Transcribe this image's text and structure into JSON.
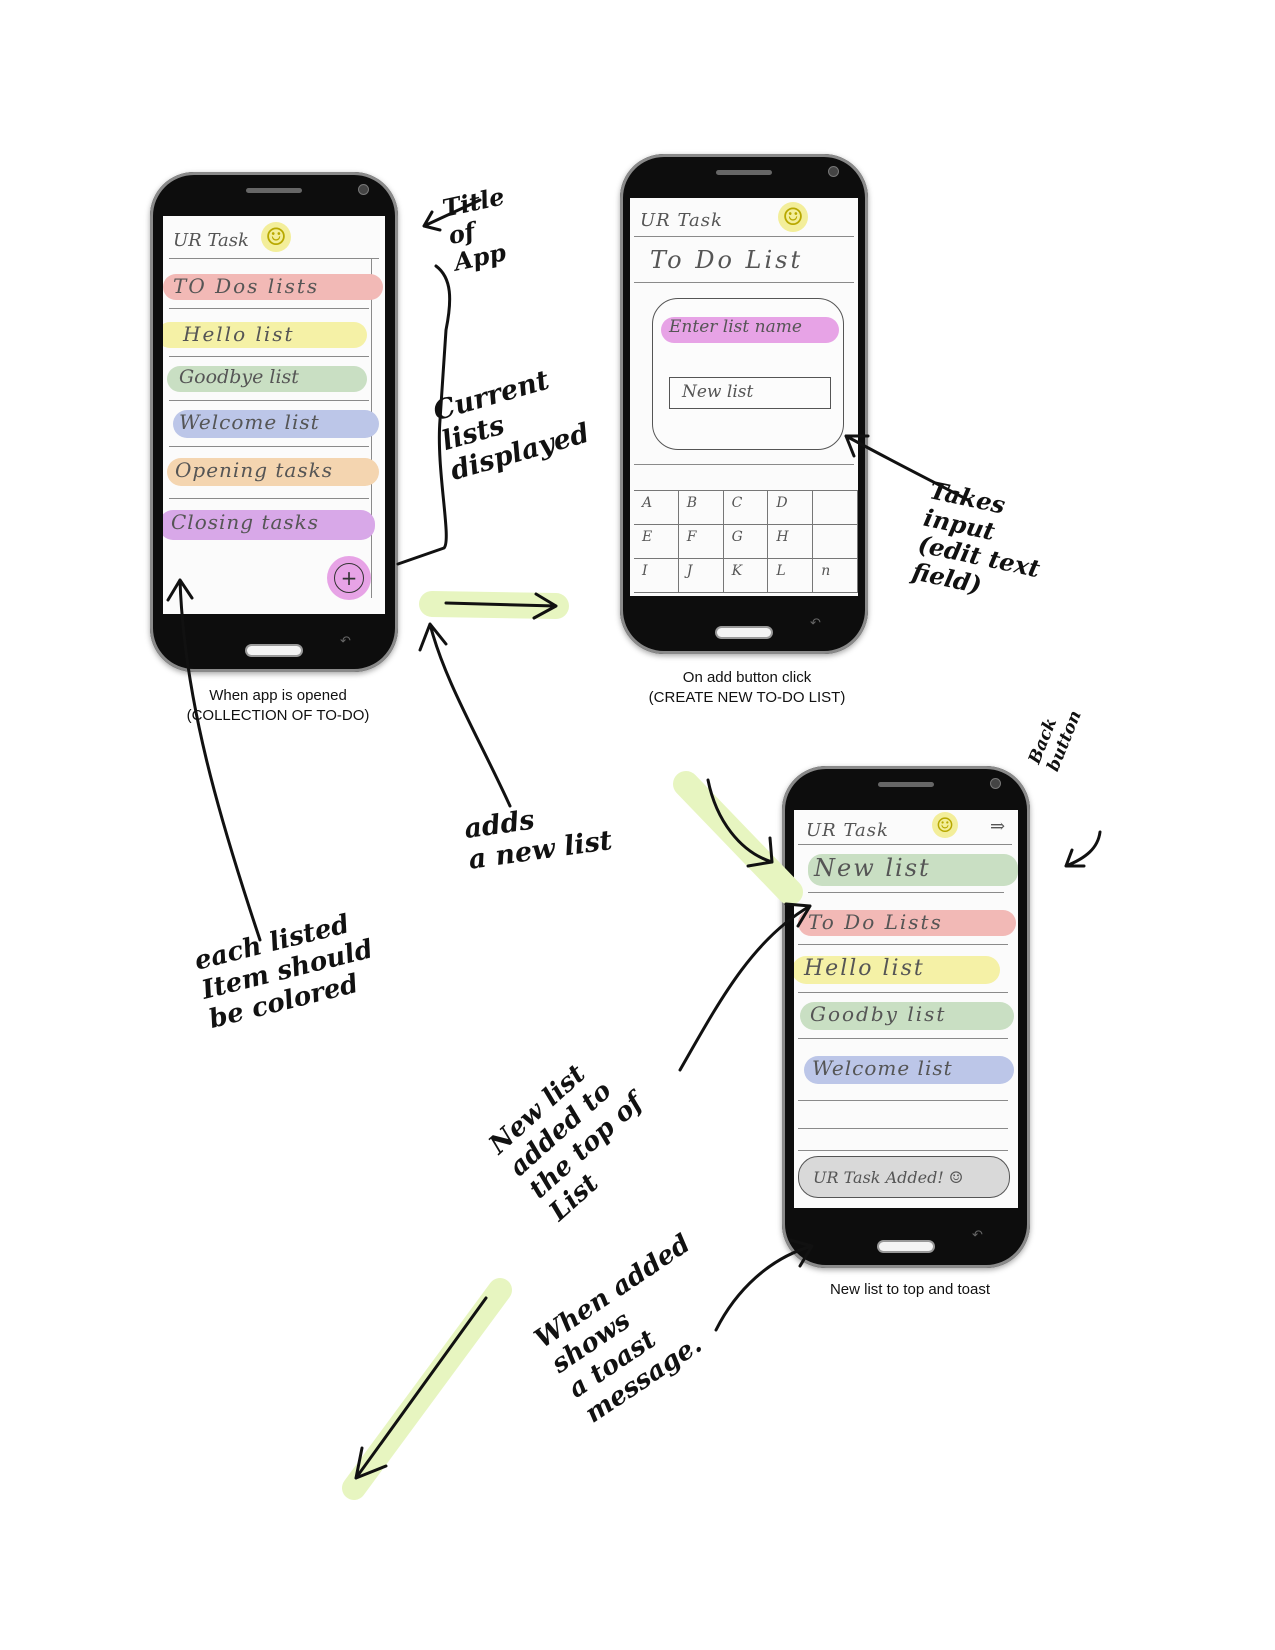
{
  "colors": {
    "red": "#f2b9b6",
    "yellow": "#f5f1a6",
    "green": "#c9dfc3",
    "blue": "#bcc6e8",
    "orange": "#f4d5b0",
    "purple": "#d8a8e8",
    "pink": "#e7a3e6",
    "highlight": "#e7f5c0",
    "gray": "#d9d9d9"
  },
  "phone1": {
    "app_title": "UR Task",
    "lists": [
      {
        "label": "TO Dos lists",
        "color": "#f2b9b6"
      },
      {
        "label": "Hello list",
        "color": "#f5f1a6"
      },
      {
        "label": "Goodbye list",
        "color": "#c9dfc3"
      },
      {
        "label": "Welcome list",
        "color": "#bcc6e8"
      },
      {
        "label": "Opening tasks",
        "color": "#f4d5b0"
      },
      {
        "label": "Closing tasks",
        "color": "#d8a8e8"
      }
    ],
    "fab": "+",
    "caption_line1": "When app is opened",
    "caption_line2": "(COLLECTION OF TO-DO)"
  },
  "phone2": {
    "app_title": "UR Task",
    "heading": "To Do List",
    "dialog_prompt": "Enter list name",
    "input_value": "New list",
    "keys": [
      "A",
      "B",
      "C",
      "D",
      "",
      "E",
      "F",
      "G",
      "H",
      "",
      "I",
      "J",
      "K",
      "L",
      "n"
    ],
    "caption_line1": "On add button click",
    "caption_line2": "(CREATE NEW TO-DO LIST)"
  },
  "phone3": {
    "app_title": "UR Task",
    "back_glyph": "⇒",
    "lists": [
      {
        "label": "New list",
        "color": "#c9dfc3"
      },
      {
        "label": "To Do Lists",
        "color": "#f2b9b6"
      },
      {
        "label": "Hello list",
        "color": "#f5f1a6"
      },
      {
        "label": "Goodby list",
        "color": "#c9dfc3"
      },
      {
        "label": "Welcome list",
        "color": "#bcc6e8"
      }
    ],
    "toast": "UR Task Added! ☺",
    "caption": "New list to top and toast"
  },
  "annotations": {
    "title_of_app": "Title\nof\nApp",
    "current_lists": "Current\nlists\ndisplayed",
    "adds_new_list": "adds\na new list",
    "each_listed": "each listed\nItem should\nbe colored",
    "takes_input": "Takes\ninput\n(edit text\nfield)",
    "back_button": "Back\nbutton",
    "new_list_added": "New list\nadded to\nthe top of\nList",
    "toast_message": "When added\nshows\na toast\nmessage."
  }
}
